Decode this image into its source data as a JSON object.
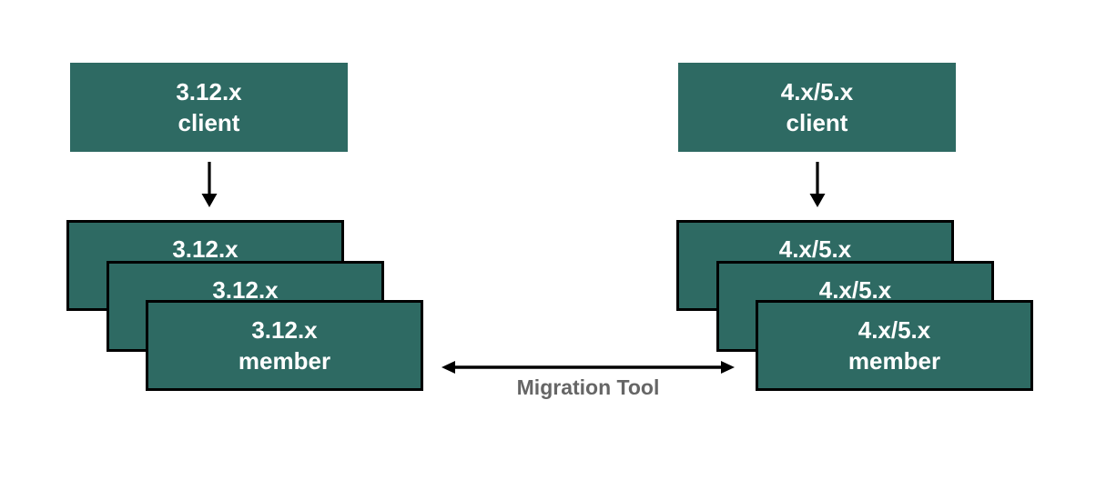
{
  "colors": {
    "box_fill": "#2e6a63",
    "box_border": "#000000",
    "box_text": "#ffffff",
    "arrow": "#000000",
    "label": "#666666"
  },
  "left": {
    "client": {
      "line1": "3.12.x",
      "line2": "client"
    },
    "stack": [
      {
        "label": "3.12.x"
      },
      {
        "label": "3.12.x"
      },
      {
        "line1": "3.12.x",
        "line2": "member"
      }
    ]
  },
  "right": {
    "client": {
      "line1": "4.x/5.x",
      "line2": "client"
    },
    "stack": [
      {
        "label": "4.x/5.x"
      },
      {
        "label": "4.x/5.x"
      },
      {
        "line1": "4.x/5.x",
        "line2": "member"
      }
    ]
  },
  "migration": {
    "label": "Migration Tool"
  }
}
